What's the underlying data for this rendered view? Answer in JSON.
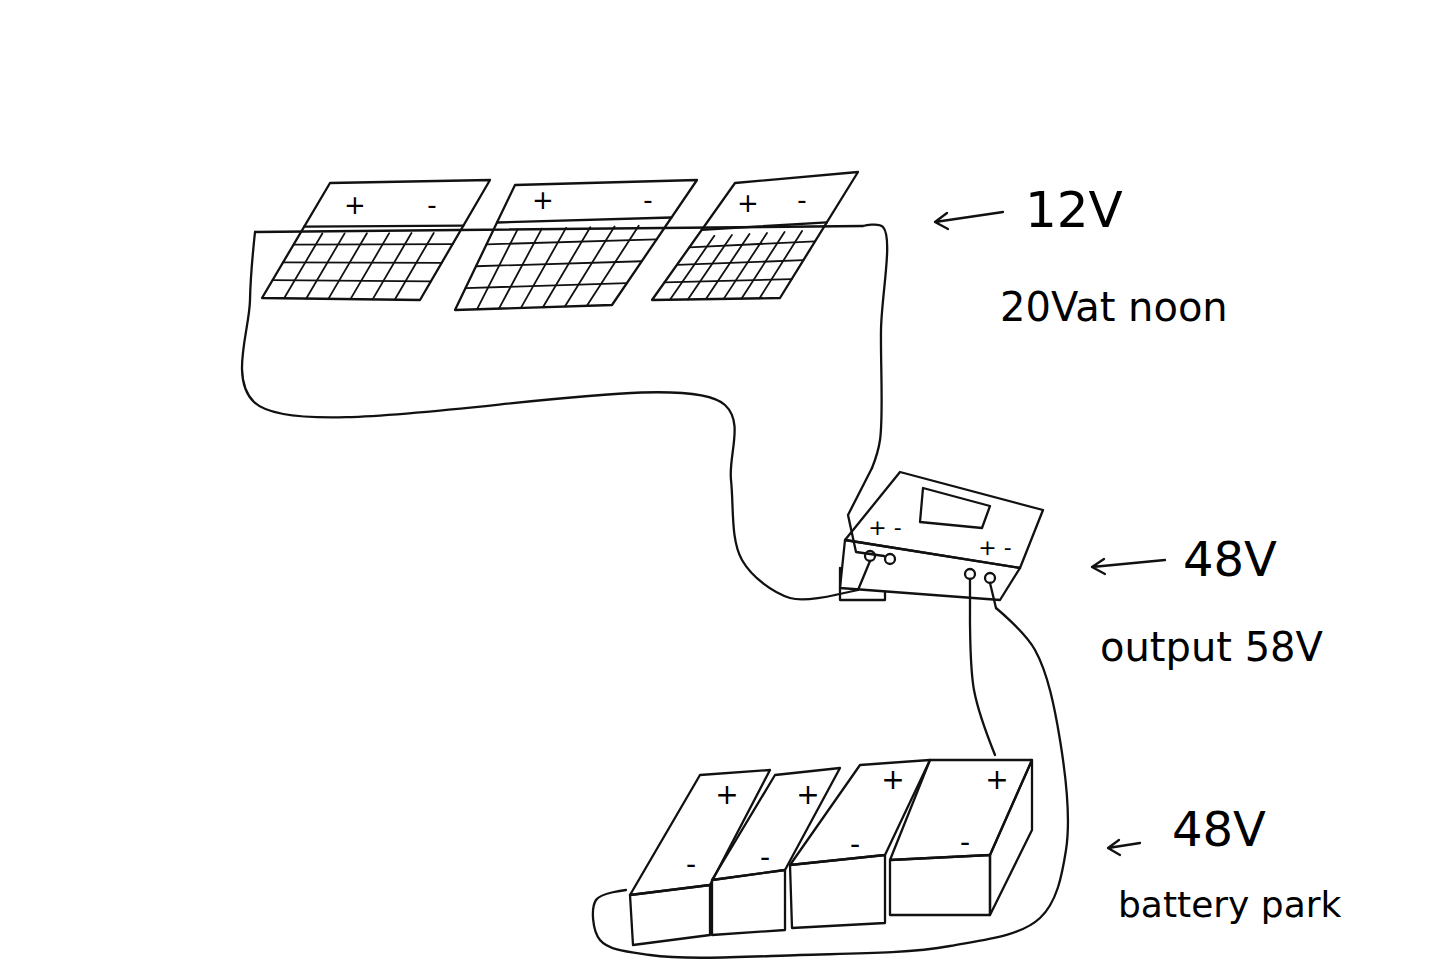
{
  "diagram": {
    "nodes": [
      {
        "text": [
          "+",
          "-"
        ]
      },
      {
        "text": [
          "+",
          "-"
        ]
      },
      {
        "text": [
          "+",
          "-"
        ]
      },
      {
        "text": [
          "+ -",
          "+ -"
        ]
      },
      {
        "text": [
          "+",
          "-"
        ]
      },
      {
        "text": [
          "+",
          "-"
        ]
      },
      {
        "text": [
          "+",
          "-"
        ]
      },
      {
        "text": [
          "+",
          "-"
        ]
      }
    ],
    "edges": [
      {
        "from": 0,
        "to": 3,
        "arrow": "none"
      },
      {
        "from": 2,
        "to": 3,
        "arrow": "none"
      },
      {
        "from": 3,
        "to": 7,
        "arrow": "none"
      },
      {
        "from": 3,
        "to": 4,
        "arrow": "none"
      }
    ],
    "labels": [
      "12V",
      "20Vat noon",
      "48V",
      "output 58V",
      "48V",
      "battery park"
    ]
  }
}
